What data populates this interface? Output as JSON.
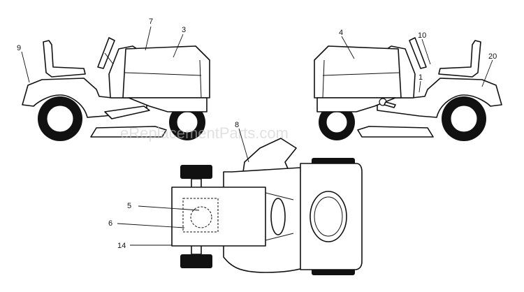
{
  "watermark": "eReplacementParts.com",
  "callouts": [
    {
      "id": "c9",
      "label": "9"
    },
    {
      "id": "c7",
      "label": "7"
    },
    {
      "id": "c3",
      "label": "3"
    },
    {
      "id": "c4",
      "label": "4"
    },
    {
      "id": "c10",
      "label": "10"
    },
    {
      "id": "c20",
      "label": "20"
    },
    {
      "id": "c1",
      "label": "1"
    },
    {
      "id": "c8",
      "label": "8"
    },
    {
      "id": "c5",
      "label": "5"
    },
    {
      "id": "c6",
      "label": "6"
    },
    {
      "id": "c14",
      "label": "14"
    }
  ],
  "colors": {
    "line": "#111111",
    "background": "#ffffff",
    "watermark": "#c8c8c8"
  }
}
